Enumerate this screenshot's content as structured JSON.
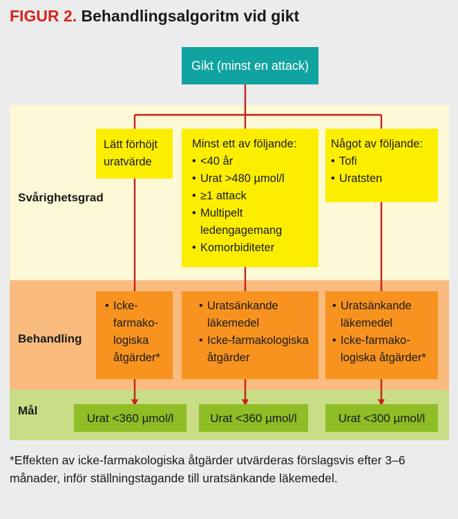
{
  "title": {
    "label": "FIGUR 2.",
    "text": "Behandlingsalgoritm vid gikt"
  },
  "root": "Gikt (minst en attack)",
  "rows": {
    "severity": "Svårighetsgrad",
    "treatment": "Behandling",
    "goal": "Mål"
  },
  "severity": {
    "left": "Lätt förhöjt uratvärde",
    "middle": {
      "heading": "Minst ett av följande:",
      "items": [
        "<40 år",
        "Urat >480 µmol/l",
        "≥1 attack",
        "Multipelt ledengagemang",
        "Komorbiditeter"
      ]
    },
    "right": {
      "heading": "Något av följande:",
      "items": [
        "Tofi",
        "Uratsten"
      ]
    }
  },
  "treatment": {
    "left": [
      "Icke-farmako­logiska åtgärder*"
    ],
    "middle": [
      "Uratsänkande läkemedel",
      "Icke-farmako­logiska åtgärder"
    ],
    "right": [
      "Uratsänkande läkemedel",
      "Icke-farmako­logiska åtgärder*"
    ]
  },
  "goals": {
    "left": "Urat <360 µmol/l",
    "middle": "Urat <360 µmol/l",
    "right": "Urat <300 µmol/l"
  },
  "footnote": "*Effekten av icke-farmakologiska åtgärder utvärderas förslagsvis efter 3–6 månader, inför ställningstagande till uratsänkande läkemedel.",
  "colors": {
    "accent_red": "#d7261e",
    "root_teal": "#11a3a0",
    "severity_band": "#fdf8d6",
    "treatment_band": "#f9bb7e",
    "goal_band": "#c8dd85",
    "severity_box": "#fdee00",
    "treatment_box": "#f7931e",
    "goal_box": "#8fbd25",
    "connector": "#c8201a"
  }
}
